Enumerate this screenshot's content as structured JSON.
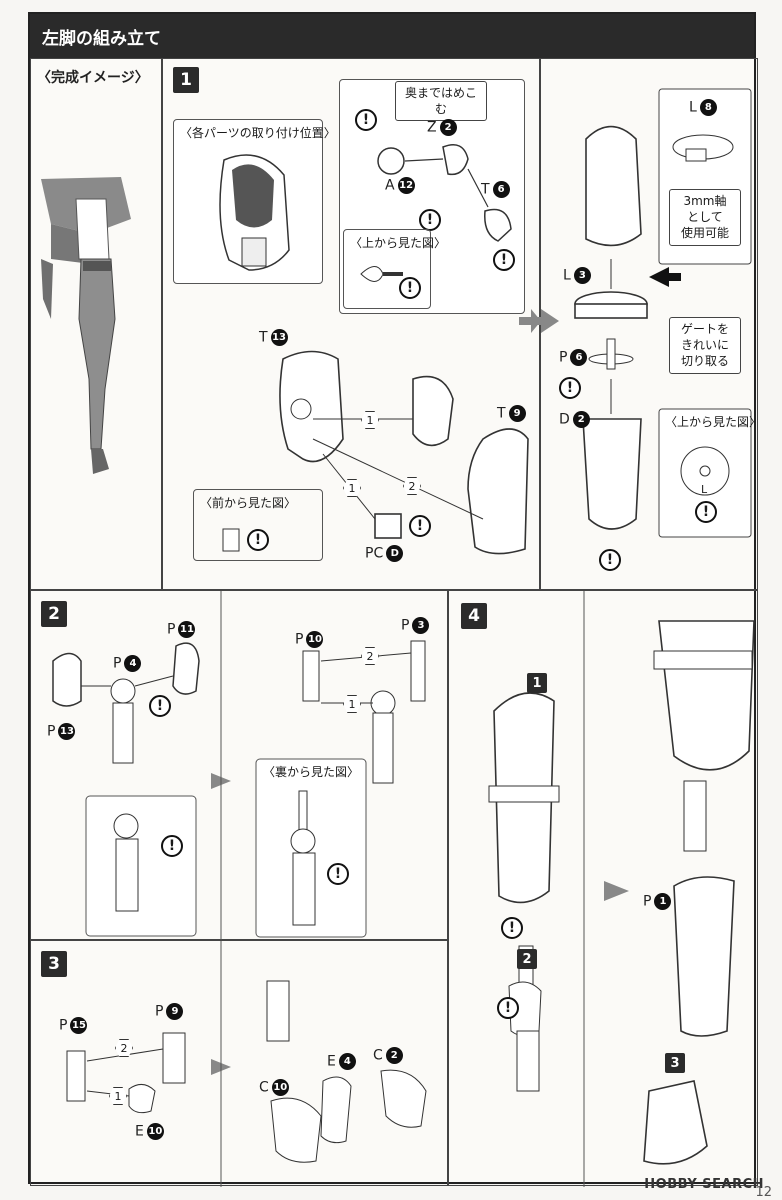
{
  "header": {
    "title": "左脚の組み立て"
  },
  "complete": {
    "title": "〈完成イメージ〉"
  },
  "step1": {
    "number": "1",
    "callout_positions": "〈各パーツの取り付け位置〉",
    "callout_top_view": "〈上から見た図〉",
    "callout_front_view": "〈前から見た図〉",
    "note_press": "奥まではめこむ",
    "parts": {
      "A": "A",
      "A_num": "12",
      "Z": "Z",
      "Z_num": "2",
      "T1": "T",
      "T1_num": "6",
      "T2": "T",
      "T2_num": "13",
      "T3": "T",
      "T3_num": "9",
      "PC": "PC",
      "PC_num": "D"
    },
    "seq1": "1",
    "seq2": "2",
    "seq3": "1"
  },
  "step1b": {
    "L1": "L",
    "L1_num": "8",
    "L2": "L",
    "L2_num": "3",
    "P": "P",
    "P_num": "6",
    "D": "D",
    "D_num": "2",
    "note_axis": "3mm軸\nとして\n使用可能",
    "note_gate": "ゲートを\nきれいに\n切り取る",
    "callout_top_view": "〈上から見た図〉",
    "top_view_mark": "L"
  },
  "step2": {
    "number": "2",
    "P11": "P",
    "P11_num": "11",
    "P4": "P",
    "P4_num": "4",
    "P13": "P",
    "P13_num": "13",
    "P10": "P",
    "P10_num": "10",
    "P3": "P",
    "P3_num": "3",
    "callout_back_view": "〈裏から見た図〉",
    "seq1": "1",
    "seq2": "2"
  },
  "step3": {
    "number": "3",
    "P15": "P",
    "P15_num": "15",
    "P9": "P",
    "P9_num": "9",
    "E10": "E",
    "E10_num": "10",
    "E4": "E",
    "E4_num": "4",
    "C2": "C",
    "C2_num": "2",
    "C10": "C",
    "C10_num": "10",
    "seq1": "1",
    "seq2": "2"
  },
  "step4": {
    "number": "4",
    "sub1": "1",
    "sub2": "2",
    "sub3": "3",
    "P1": "P",
    "P1_num": "1"
  },
  "footer": {
    "watermark": "HOBBY SEARCH",
    "page": "12"
  }
}
